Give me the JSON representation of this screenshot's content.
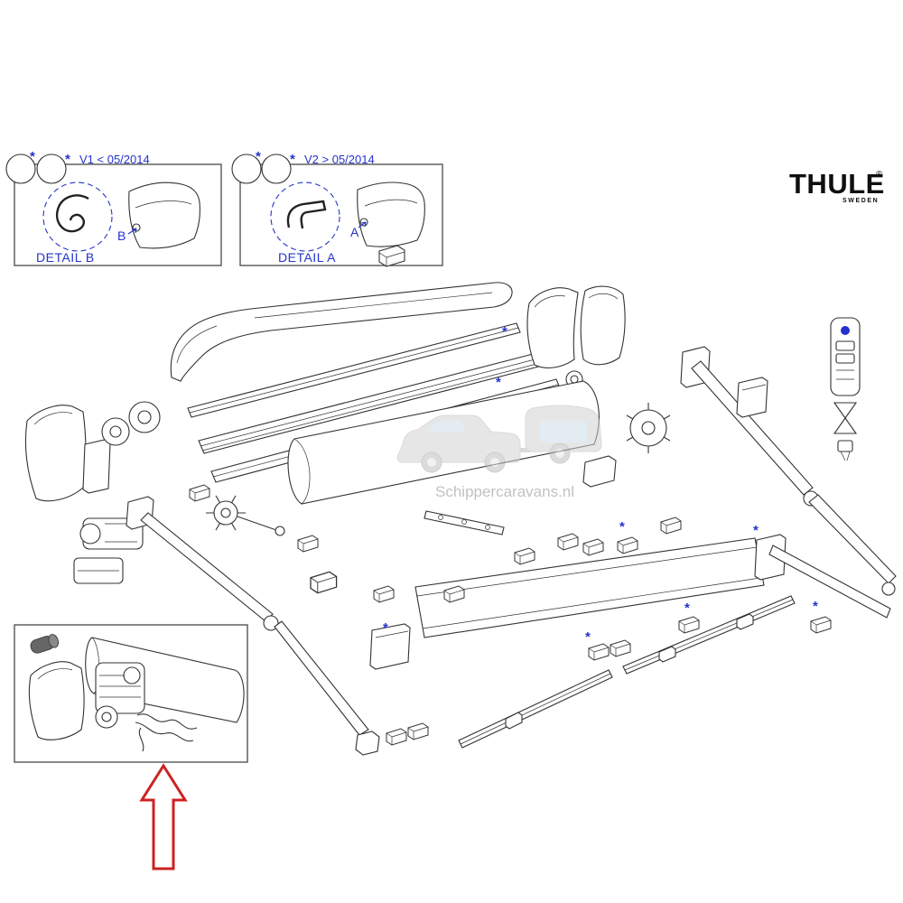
{
  "brand": {
    "name": "THULE",
    "registered": "®",
    "subtitle": "SWEDEN"
  },
  "details": {
    "b": {
      "version": "V1 < 05/2014",
      "label": "DETAIL B",
      "marker": "B"
    },
    "a": {
      "version": "V2 > 05/2014",
      "label": "DETAIL A",
      "marker": "A"
    }
  },
  "markers": {
    "star": "*"
  },
  "watermark": {
    "text": "Schippercaravans.nl"
  },
  "colors": {
    "line": "#333333",
    "accent_blue": "#2433cc",
    "arrow_red": "#cc2222",
    "box_border": "#555555",
    "watermark_gray": "#d2d2d2",
    "watermark_window": "#cddee9"
  }
}
